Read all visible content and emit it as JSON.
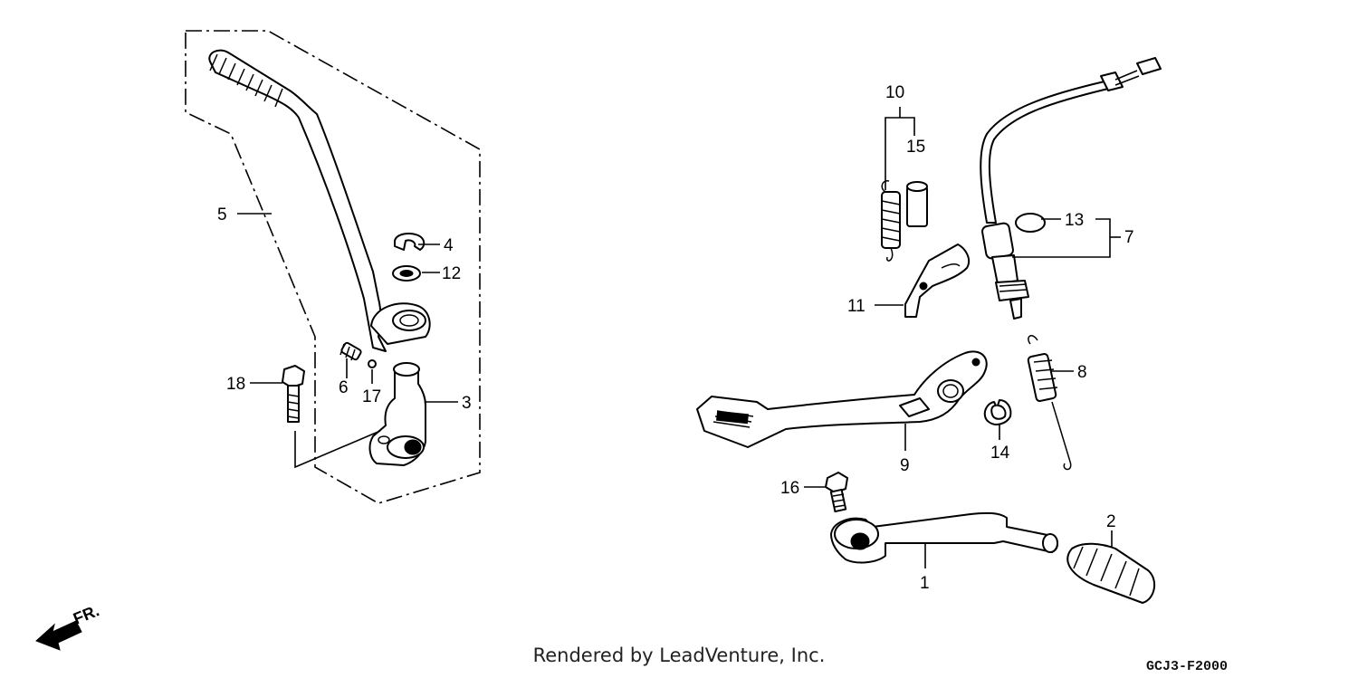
{
  "diagram": {
    "callouts": [
      "1",
      "2",
      "3",
      "4",
      "5",
      "6",
      "7",
      "8",
      "9",
      "10",
      "11",
      "12",
      "13",
      "14",
      "15",
      "16",
      "17",
      "18"
    ],
    "direction_label": "FR."
  },
  "footer": {
    "credit": "Rendered by LeadVenture, Inc.",
    "code": "GCJ3-F2000"
  }
}
